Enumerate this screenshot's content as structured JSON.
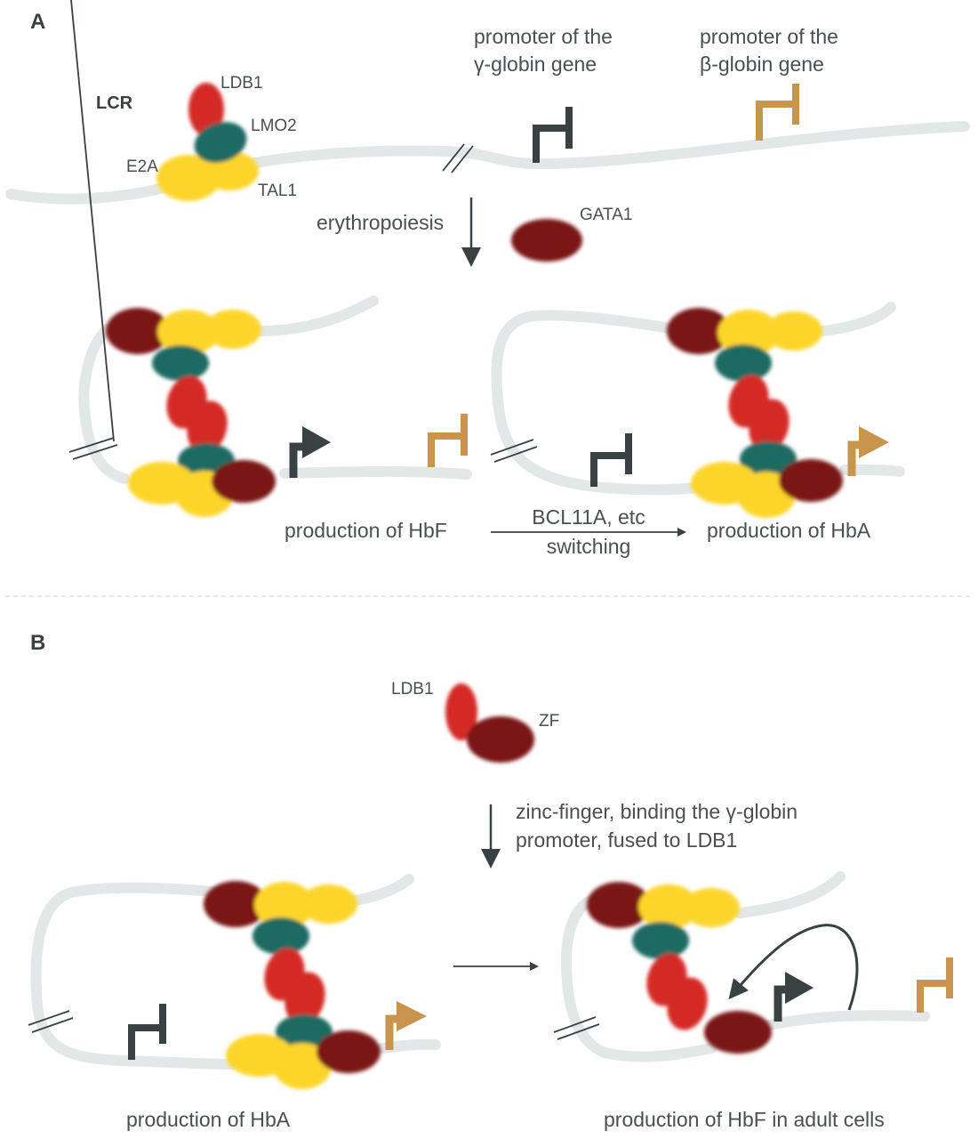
{
  "colors": {
    "dna": "#e3e7e8",
    "ldb1": "#d42a26",
    "lmo2": "#1d6b62",
    "e2a_tal1": "#fdd52c",
    "gata1": "#7a1816",
    "promoter_gamma": "#394143",
    "promoter_beta": "#c8944e",
    "arrow": "#394143"
  },
  "panel_a": {
    "label": "A",
    "lcr_label": "LCR",
    "proteins": {
      "ldb1": "LDB1",
      "lmo2": "LMO2",
      "e2a": "E2A",
      "tal1": "TAL1",
      "gata1": "GATA1"
    },
    "gamma_promoter_label": [
      "promoter of the",
      "γ-globin gene"
    ],
    "beta_promoter_label": [
      "promoter of the",
      "β-globin gene"
    ],
    "step_label": "erythropoiesis",
    "left_state_caption": "production of HbF",
    "switch_label_top": "BCL11A, etc",
    "switch_label_bottom": "switching",
    "right_state_caption": "production of HbA"
  },
  "panel_b": {
    "label": "B",
    "fusion_labels": {
      "ldb1": "LDB1",
      "zf": "ZF"
    },
    "step_label": [
      "zinc-finger, binding the γ-globin",
      "promoter, fused to LDB1"
    ],
    "left_state_caption": "production of HbA",
    "right_state_caption": "production of HbF in adult cells"
  }
}
